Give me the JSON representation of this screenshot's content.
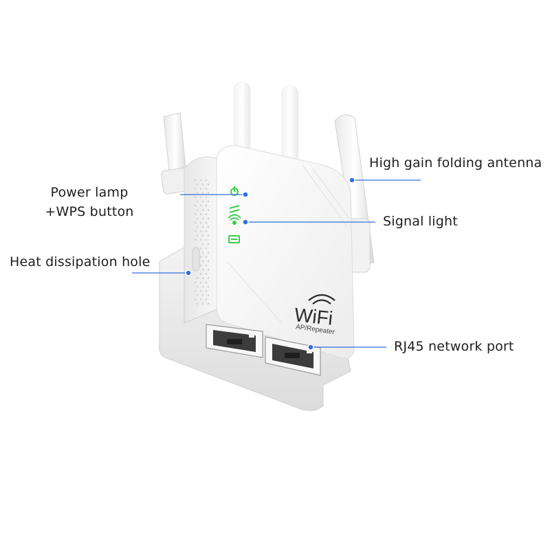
{
  "colors": {
    "background": "#ffffff",
    "callout_line": "#2f6fe0",
    "callout_dot": "#2f6fe0",
    "device_body": "#f4f4f4",
    "device_shadow": "#d6d6d6",
    "led_green": "#39d04a",
    "text": "#1e1e1e"
  },
  "callouts": {
    "antenna": "High gain folding antenna",
    "power_lamp_line1": "Power lamp",
    "power_lamp_line2": "+WPS button",
    "signal_light": "Signal light",
    "heat_hole": "Heat dissipation hole",
    "rj45": "RJ45 network port"
  },
  "device": {
    "logo_text": "WiFi",
    "logo_subtext": "AP/Repeater"
  },
  "icons": [
    "power-led-icon",
    "wps-led-icon",
    "signal-led-icon",
    "lan-led-icon",
    "wifi-logo-icon"
  ]
}
